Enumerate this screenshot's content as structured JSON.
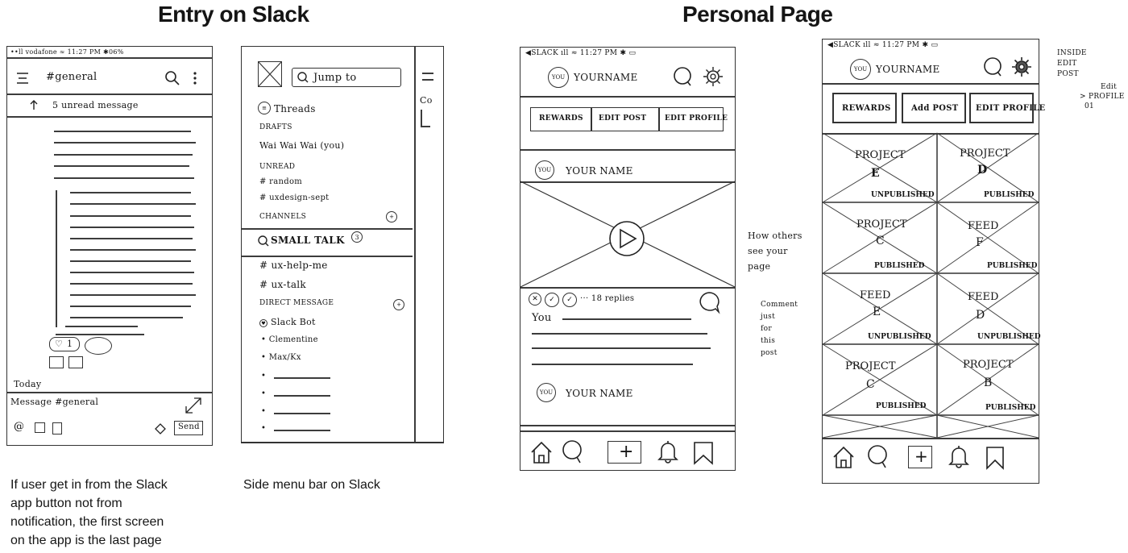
{
  "headings": {
    "left": "Entry on Slack",
    "right": "Personal Page"
  },
  "captions": {
    "slack_entry": [
      "If user get in from the Slack",
      "app button not from",
      "notification,  the first screen",
      "on the app is the last page"
    ],
    "side_menu": "Side menu bar on Slack"
  },
  "slack_phone": {
    "status": "••ll vodafone  ≈  11:27 PM  ✱06%",
    "channel": "#general",
    "unread": "5 unread message",
    "reaction_count": "1",
    "today": "Today",
    "composer_placeholder": "Message #general",
    "send_label": "Send"
  },
  "side_menu": {
    "search_placeholder": "Jump to",
    "threads": "Threads",
    "drafts": "DRAFTS",
    "draft_item": "Wai Wai Wai (you)",
    "unread": "UNREAD",
    "unread_items": [
      "# random",
      "# uxdesign-sept"
    ],
    "channels": "CHANNELS",
    "workspace": "SMALL TALK",
    "workspace_badge": "3",
    "channel_items": [
      "# ux-help-me",
      "# ux-talk"
    ],
    "direct_message": "DIRECT MESSAGE",
    "slackbot": "Slack Bot",
    "dm_items": [
      "Clementine",
      "Max/Kx"
    ],
    "peek_text": "Co"
  },
  "personal_a": {
    "status": "◀SLACK ıll ≈    11:27 PM    ✱ ▭",
    "avatar": "YOU",
    "username": "YOURNAME",
    "buttons": [
      "REWARDS",
      "EDIT POST",
      "EDIT PROFILE"
    ],
    "post_author": "YOUR NAME",
    "reply_count": "··· 18 replies",
    "comment_author": "You",
    "second_author": "YOUR NAME"
  },
  "personal_b": {
    "status": "◀SLACK ıll ≈    11:27 PM    ✱ ▭",
    "avatar": "YOU",
    "username": "YOURNAME",
    "buttons": [
      "REWARDS",
      "Add POST",
      "EDIT PROFILE"
    ],
    "tiles": [
      {
        "title": "PROJECT",
        "letter": "E",
        "status": "UNPUBLISHED"
      },
      {
        "title": "PROJECT",
        "letter": "D",
        "status": "PUBLISHED"
      },
      {
        "title": "PROJECT",
        "letter": "C",
        "status": "PUBLISHED"
      },
      {
        "title": "FEED",
        "letter": "F",
        "status": "PUBLISHED"
      },
      {
        "title": "FEED",
        "letter": "E",
        "status": "UNPUBLISHED"
      },
      {
        "title": "FEED",
        "letter": "D",
        "status": "UNPUBLISHED"
      },
      {
        "title": "PROJECT",
        "letter": "C",
        "status": "PUBLISHED"
      },
      {
        "title": "PROJECT",
        "letter": "B",
        "status": "PUBLISHED"
      }
    ]
  },
  "notes": {
    "others_view": [
      "How others",
      "see your",
      "page"
    ],
    "comment_note": [
      "Comment",
      "just",
      "for",
      "this",
      "post"
    ],
    "inside_edit": [
      "INSIDE",
      "EDIT",
      "POST"
    ],
    "edit_profile": [
      "Edit",
      "> PROFILE",
      "01"
    ]
  },
  "icons": {
    "nav": [
      "home-icon",
      "search-icon",
      "add-icon",
      "bell-icon",
      "bookmark-icon"
    ]
  }
}
